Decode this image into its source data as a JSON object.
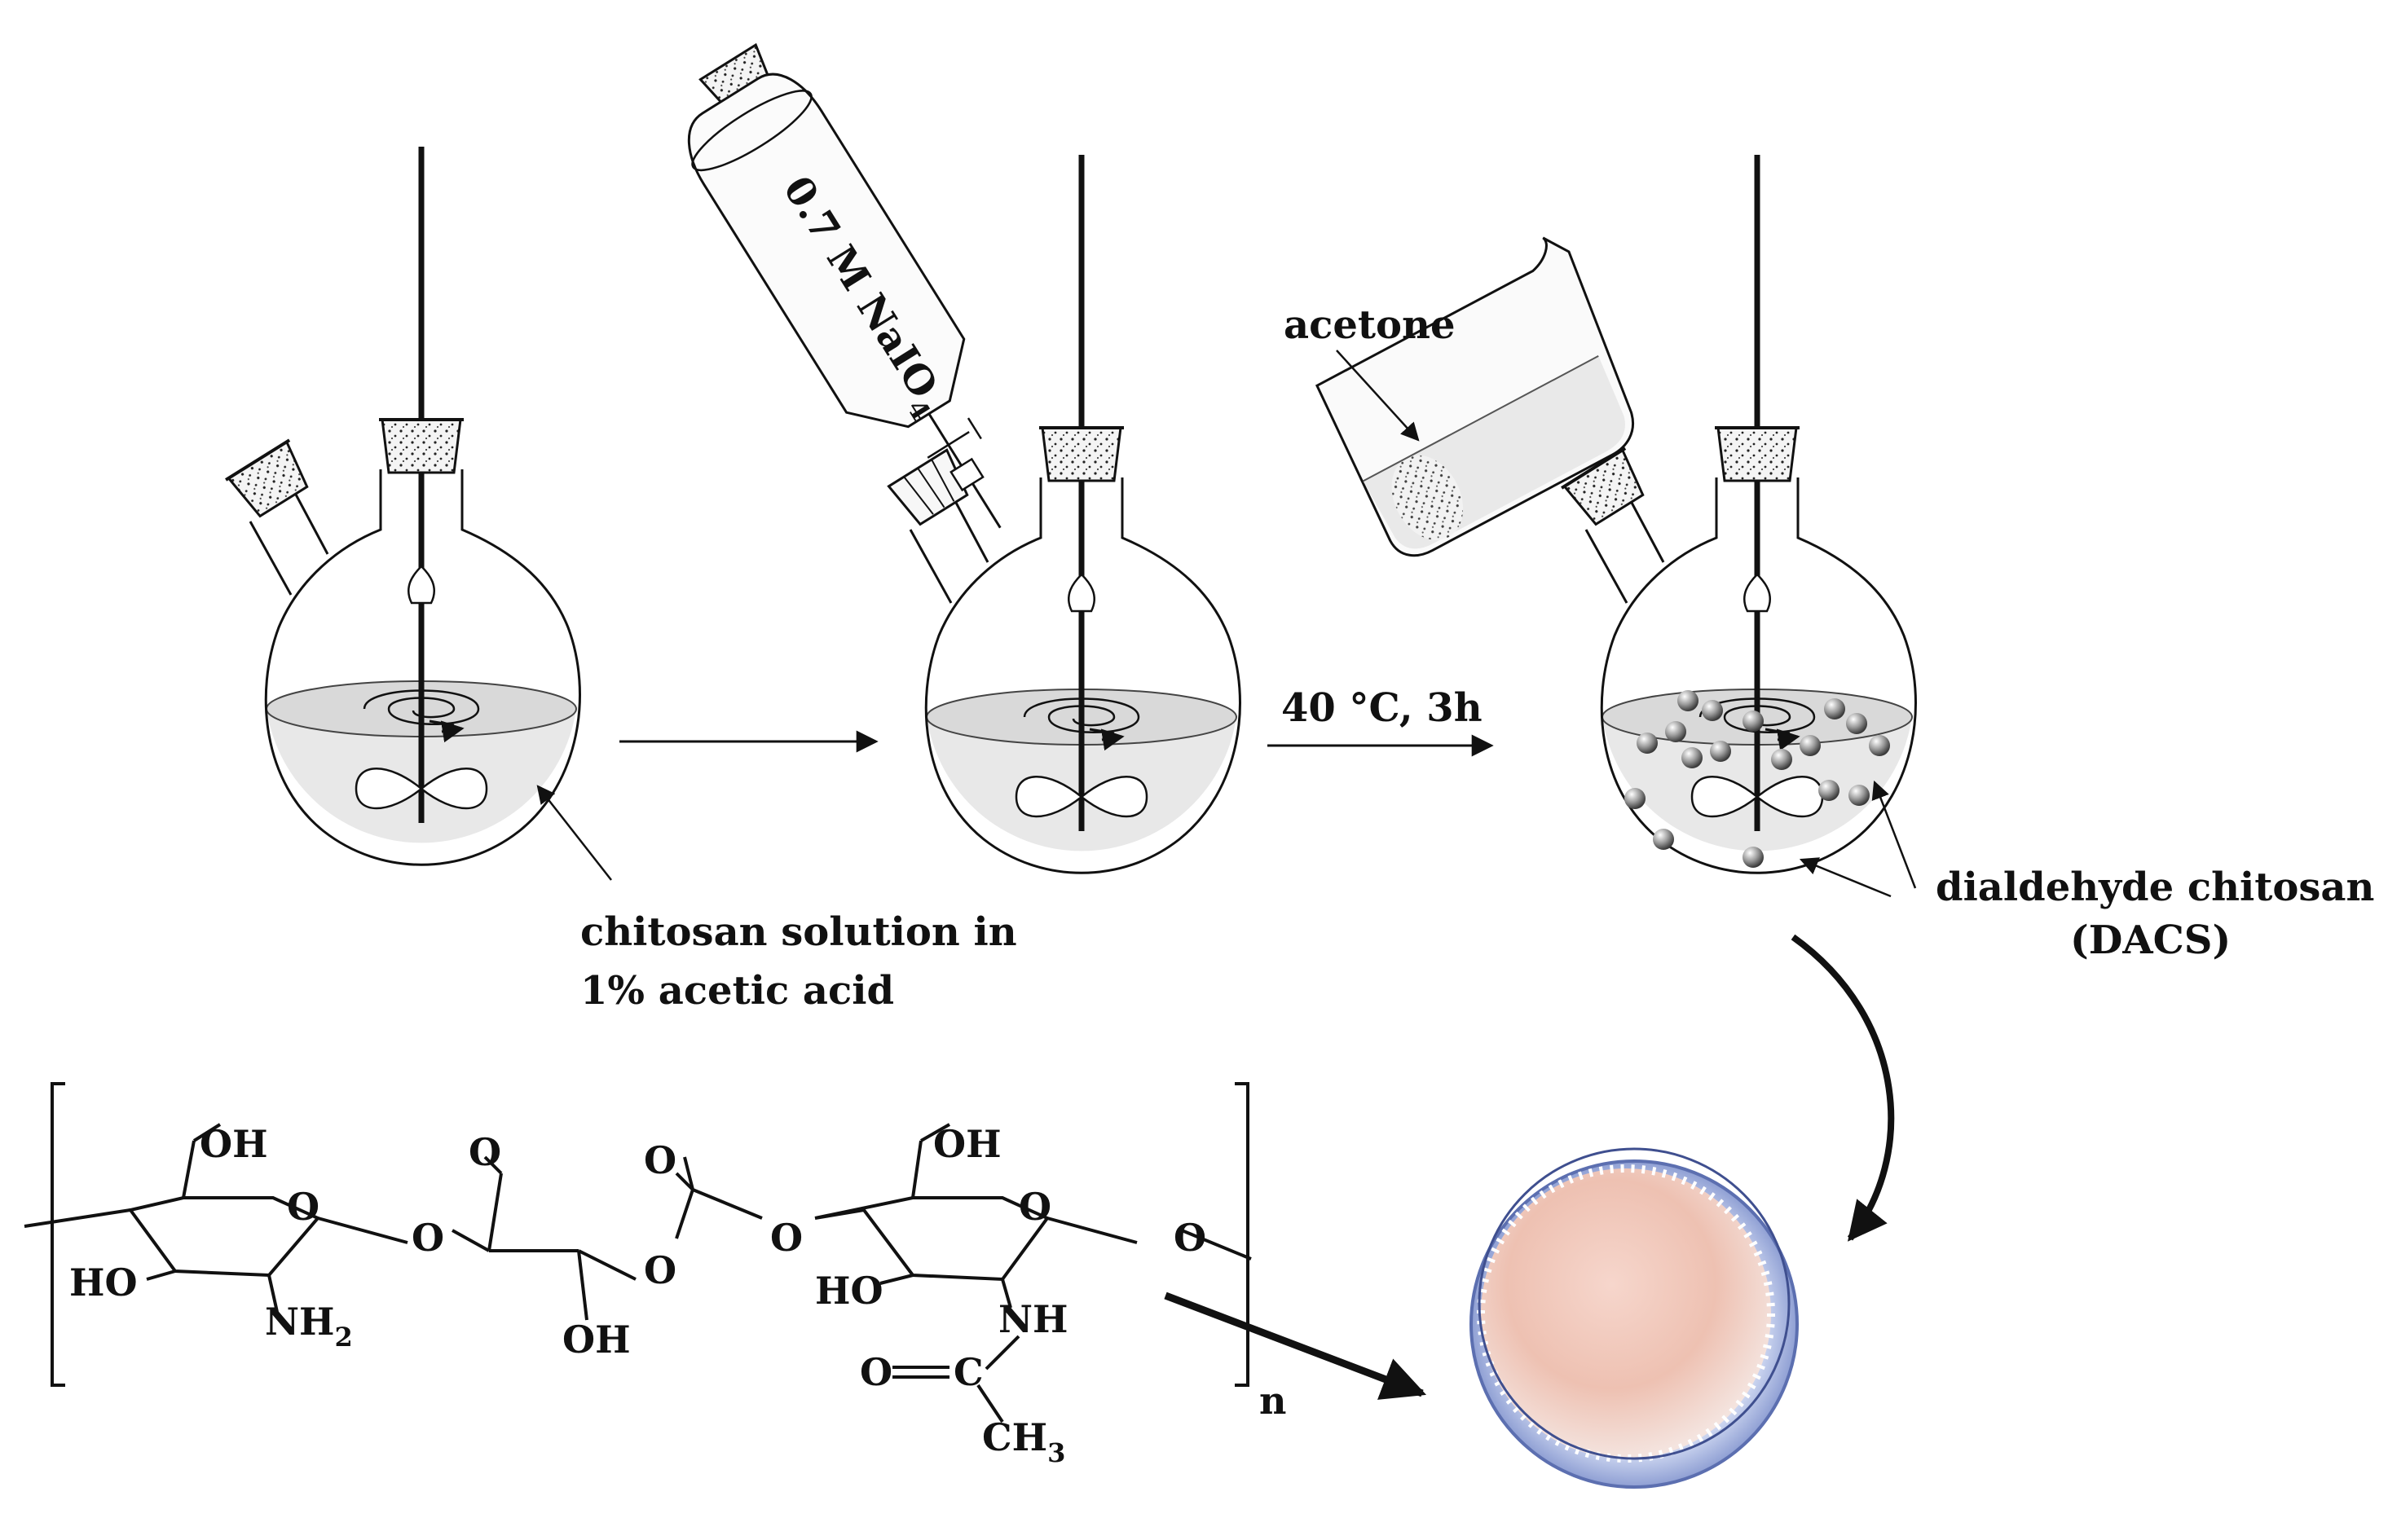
{
  "labels": {
    "reagent_line1": "0.7 M NaIO",
    "reagent_sub": "4",
    "acetone": "acetone",
    "condition": "40 °C, 3h",
    "solution_line1": "chitosan solution in",
    "solution_line2": "1% acetic acid",
    "product_line1": "dialdehyde chitosan",
    "product_line2": "(DACS)"
  },
  "structure": {
    "OH_1": "OH",
    "O_ring1": "O",
    "HO_1": "HO",
    "NH": "NH",
    "NH_sub": "2",
    "O_link1": "O",
    "O_ald1": "O",
    "O_ald2": "O",
    "O_link2": "O",
    "OH_2": "OH",
    "O_link3": "O",
    "OH_3": "OH",
    "O_ring3": "O",
    "HO_3": "HO",
    "NH_3": "NH",
    "O_amide": "O",
    "C_amide": "C",
    "CH": "CH",
    "CH_sub": "3",
    "O_end": "O",
    "repeat": "n"
  },
  "colors": {
    "line": "#111111",
    "liquid": "#e6e6e6",
    "dish": "#7d92cf",
    "powder": "#f1c8bb"
  }
}
